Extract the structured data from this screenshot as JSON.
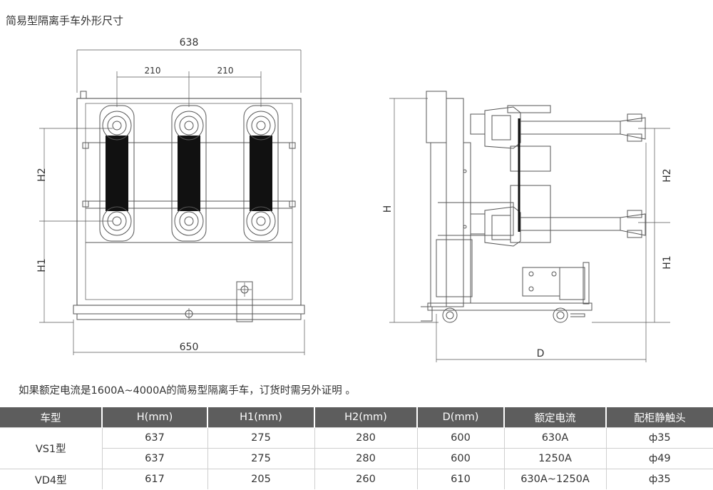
{
  "title": "简易型隔离手车外形尺寸",
  "dimensions": {
    "top_width": "638",
    "pitch_left": "210",
    "pitch_right": "210",
    "bottom_width": "650",
    "h2_front": "H2",
    "h1_front": "H1",
    "h_side": "H",
    "h2_side": "H2",
    "h1_side": "H1",
    "d_side": "D"
  },
  "note": "如果额定电流是1600A~4000A的简易型隔离手车，订货时需另外证明 。",
  "table": {
    "headers": [
      "车型",
      "H(mm)",
      "H1(mm)",
      "H2(mm)",
      "D(mm)",
      "额定电流",
      "配柜静触头"
    ],
    "groups": [
      {
        "model": "VS1型",
        "rows": [
          [
            "637",
            "275",
            "280",
            "600",
            "630A",
            "ф35"
          ],
          [
            "637",
            "275",
            "280",
            "600",
            "1250A",
            "ф49"
          ]
        ]
      },
      {
        "model": "VD4型",
        "rows": [
          [
            "617",
            "205",
            "260",
            "610",
            "630A~1250A",
            "ф35"
          ]
        ]
      }
    ]
  },
  "colors": {
    "header_bg": "#5d5d5d",
    "line": "#555555",
    "conductor": "#111111"
  }
}
